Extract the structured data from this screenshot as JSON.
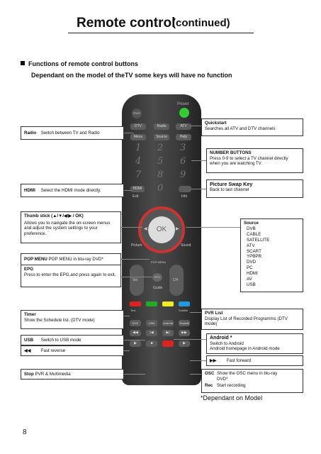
{
  "header": {
    "title": "Remote control",
    "subtitle": "(continued)"
  },
  "section_heading": "Functions of remote control buttons",
  "section_subheading": "Dependant on the model of theTV some keys will have no function",
  "left_boxes": {
    "radio": {
      "label": "Radio",
      "text": "Switch between TV and Radio"
    },
    "hdmi": {
      "label": "HDMI",
      "text": "Select the HDMI mode directly."
    },
    "thumb": {
      "label": "Thumb stick (▲/▼/◀/▶ / OK)",
      "text": "Allows you to navigate the on-screen menus and adjust the system settings to your preference."
    },
    "popmenu": {
      "label": "POP MENU",
      "text": "POP MENU in blu-ray DVD*"
    },
    "epg": {
      "label": "EPG",
      "text": "Press to enter the EPG,and press again to exit."
    },
    "timer": {
      "label": "Timer",
      "text": "Show the Schedule list. (DTV mode)"
    },
    "usb": {
      "label": "USB",
      "text": "Switch to USB mode"
    },
    "reverse": {
      "label": "◀◀",
      "text": "Fast reverse"
    },
    "stop": {
      "label": "Stop",
      "text": "PVR & Multimedia"
    }
  },
  "right_boxes": {
    "quickstart": {
      "label": "Quickstart",
      "text": "Searches all ATV and DTV channels"
    },
    "number": {
      "label": "NUMBER BUTTONS",
      "text": "Press 0-9 to select a TV channel directly when you are watching TV."
    },
    "swap": {
      "label": "Picture Swap Key",
      "text": "Back to last channel"
    },
    "source": {
      "label": "Source",
      "items": [
        "DVB",
        "CABLE",
        "SATELLITE",
        "ATV",
        "SCART",
        "YPBPR",
        "DVD",
        "PC",
        "HDMI",
        "AV",
        "USB"
      ]
    },
    "pvr": {
      "label": "PVR List",
      "text": "Display List of Recorded Programms (DTV mode)"
    },
    "android": {
      "label": "Android *",
      "text1": "Switch to Android",
      "text2": "Android homepage in Android mode"
    },
    "forward": {
      "label": "▶▶",
      "text": "Fast forward"
    },
    "osc": {
      "label": "OSC",
      "text": "Show the OSC menu in blu-ray DVD*"
    },
    "rec": {
      "label": "Rec",
      "text": "Start recording"
    }
  },
  "remote": {
    "power": "Power",
    "mute": "Mute",
    "dtv": "DTV",
    "radio": "Radio",
    "atv": "ATV",
    "menu": "Menu",
    "source": "Source",
    "help": "Help",
    "numbers": [
      "1",
      "2",
      "3",
      "4",
      "5",
      "6",
      "7",
      "8",
      "9",
      "0"
    ],
    "hdmi": "HDMI",
    "exit": "Exit",
    "info": "Info",
    "ok": "OK",
    "picture": "Picture",
    "sound": "Sound",
    "popmenu": "POP MENU",
    "vol": "Vol",
    "ch": "CH",
    "epg": "EPG",
    "guide": "Guide",
    "text": "Text",
    "subtitle": "Subtitle",
    "dvd": "DVD",
    "usb": "USB",
    "android": "Android",
    "repeat": "Repeat"
  },
  "footnote": "*Dependant on Model",
  "page_number": "8"
}
